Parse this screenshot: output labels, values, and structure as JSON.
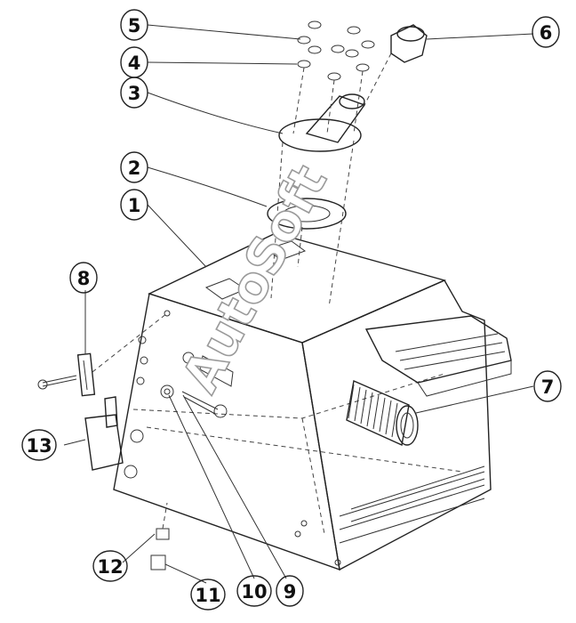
{
  "watermark": {
    "text": "AutoSoft"
  },
  "callouts": [
    "1",
    "2",
    "3",
    "4",
    "5",
    "6",
    "7",
    "8",
    "9",
    "10",
    "11",
    "12",
    "13"
  ],
  "colors": {
    "line": "#222222",
    "fill_light": "#f2f2f2",
    "background": "#ffffff"
  }
}
